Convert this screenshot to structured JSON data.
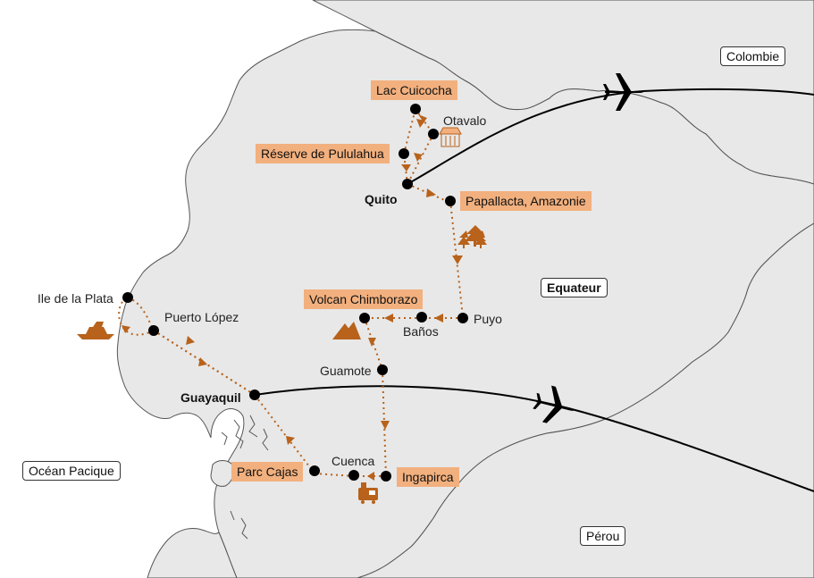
{
  "map": {
    "countries": {
      "colombia": "Colombie",
      "ecuador": "Equateur",
      "peru": "Pérou",
      "ocean": "Océan Pacique"
    },
    "places": {
      "quito": "Quito",
      "guayaquil": "Guayaquil",
      "otavalo": "Otavalo",
      "puyo": "Puyo",
      "banos": "Baños",
      "guamote": "Guamote",
      "cuenca": "Cuenca",
      "puerto_lopez": "Puerto López",
      "ile_plata": "Ile de la Plata"
    },
    "highlights": {
      "cuicocha": "Lac Cuicocha",
      "pululahua": "Réserve de Pululahua",
      "papallacta": "Papallacta, Amazonie",
      "chimborazo": "Volcan Chimborazo",
      "cajas": "Parc Cajas",
      "ingapirca": "Ingapirca"
    },
    "icons": [
      "plane-icon",
      "tree-icon",
      "volcano-icon",
      "market-icon",
      "boat-icon",
      "train-icon"
    ],
    "colors": {
      "land": "#e8e8e8",
      "border": "#555555",
      "route": "#b8621b",
      "highlight": "#f2b07e",
      "flight": "#000000"
    }
  }
}
